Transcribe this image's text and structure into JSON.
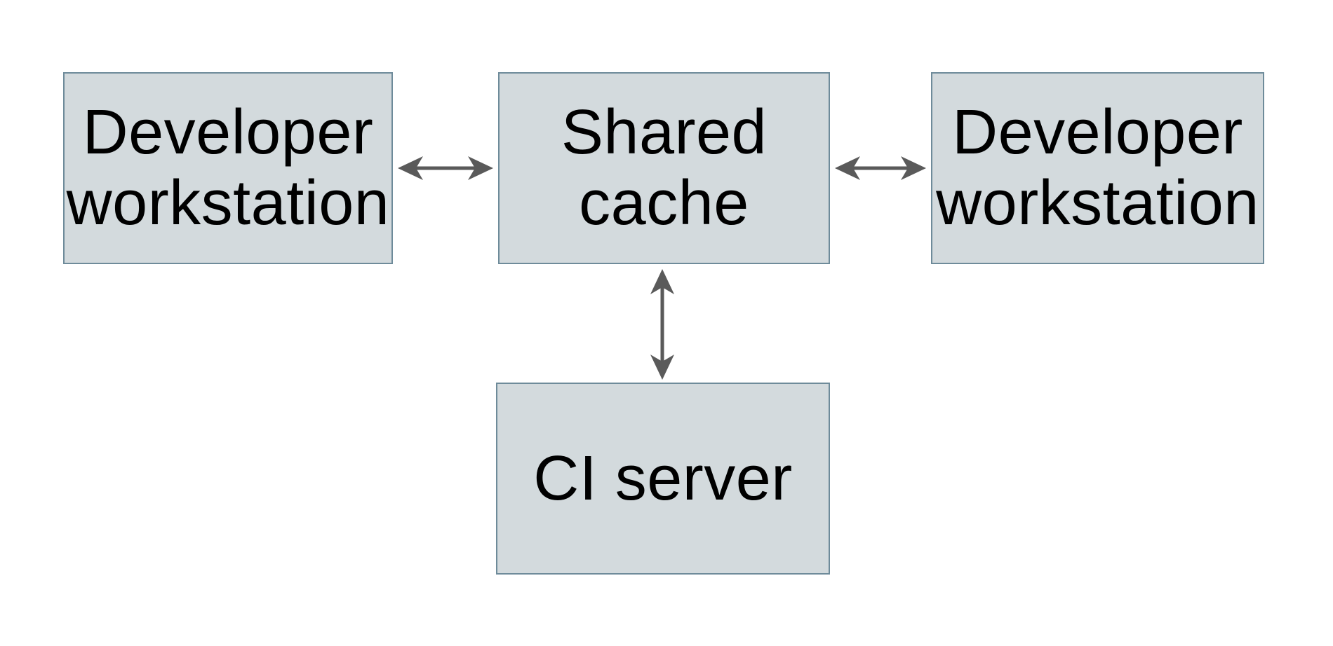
{
  "colors": {
    "background": "#ffffff",
    "box_fill": "#d3dadd",
    "box_border": "#6e8b9a",
    "arrow_color": "#5a5a5a",
    "text_color": "#000000"
  },
  "diagram": {
    "nodes": [
      {
        "id": "developer-workstation-left",
        "label": "Developer workstation",
        "lines": [
          "Developer",
          "workstation"
        ]
      },
      {
        "id": "shared-cache",
        "label": "Shared cache",
        "lines": [
          "Shared",
          "cache"
        ]
      },
      {
        "id": "developer-workstation-right",
        "label": "Developer workstation",
        "lines": [
          "Developer",
          "workstation"
        ]
      },
      {
        "id": "ci-server",
        "label": "CI server",
        "lines": [
          "CI server"
        ]
      }
    ],
    "edges": [
      {
        "from": "developer-workstation-left",
        "to": "shared-cache",
        "direction": "bidirectional",
        "orientation": "horizontal"
      },
      {
        "from": "shared-cache",
        "to": "developer-workstation-right",
        "direction": "bidirectional",
        "orientation": "horizontal"
      },
      {
        "from": "shared-cache",
        "to": "ci-server",
        "direction": "bidirectional",
        "orientation": "vertical"
      }
    ]
  }
}
